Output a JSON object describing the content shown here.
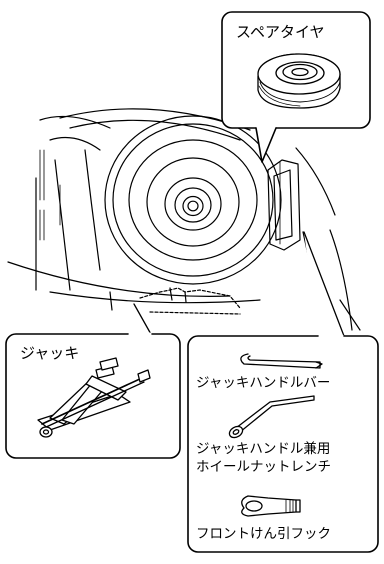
{
  "callouts": {
    "spare_tire": "スペアタイヤ",
    "jack": "ジャッキ"
  },
  "tools": {
    "jack_handle_bar": "ジャッキハンドルバー",
    "jack_handle_wrench_line1": "ジャッキハンドル兼用",
    "jack_handle_wrench_line2": "ホイールナットレンチ",
    "tow_hook": "フロントけん引フック"
  }
}
